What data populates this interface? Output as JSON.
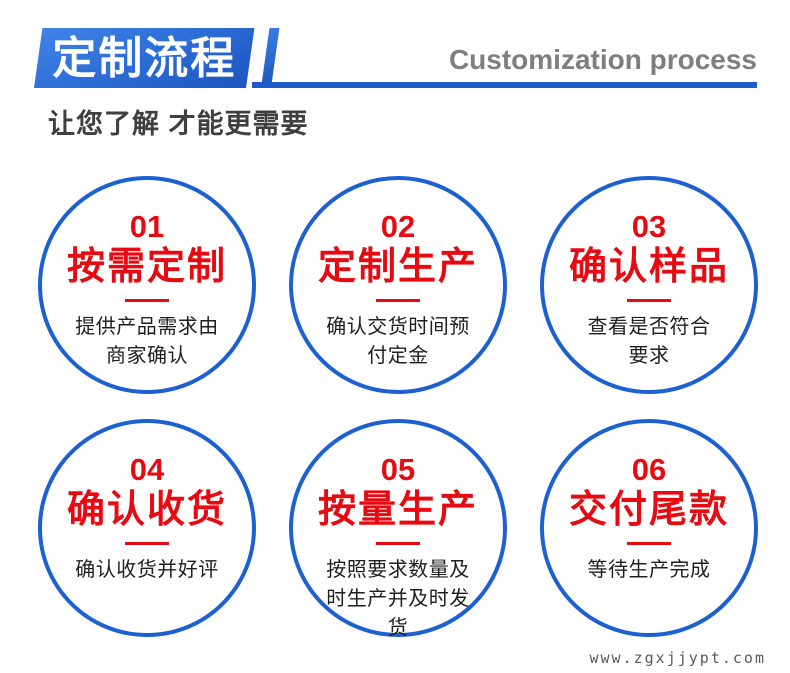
{
  "header": {
    "title": "定制流程",
    "subtitle_en": "Customization process",
    "tagline": "让您了解  才能更需要",
    "colors": {
      "banner_blue_light": "#3c7ce4",
      "banner_blue_dark": "#1c55c0",
      "line_blue": "#1d5cc9",
      "subtitle_gray": "#7e7e7e"
    }
  },
  "steps": [
    {
      "number": "01",
      "title": "按需定制",
      "desc_lines": [
        "提供产品需求由",
        "商家确认"
      ]
    },
    {
      "number": "02",
      "title": "定制生产",
      "desc_lines": [
        "确认交货时间预",
        "付定金"
      ]
    },
    {
      "number": "03",
      "title": "确认样品",
      "desc_lines": [
        "查看是否符合",
        "要求"
      ]
    },
    {
      "number": "04",
      "title": "确认收货",
      "desc_lines": [
        "确认收货并好评"
      ]
    },
    {
      "number": "05",
      "title": "按量生产",
      "desc_lines": [
        "按照要求数量及",
        "时生产并及时发",
        "货"
      ]
    },
    {
      "number": "06",
      "title": "交付尾款",
      "desc_lines": [
        "等待生产完成"
      ]
    }
  ],
  "step_colors": {
    "accent_red": "#e60b12",
    "circle_border_blue": "#1c60d2",
    "desc_text": "#1f1f1f"
  },
  "footer": {
    "watermark": "www.zgxjjypt.com"
  }
}
